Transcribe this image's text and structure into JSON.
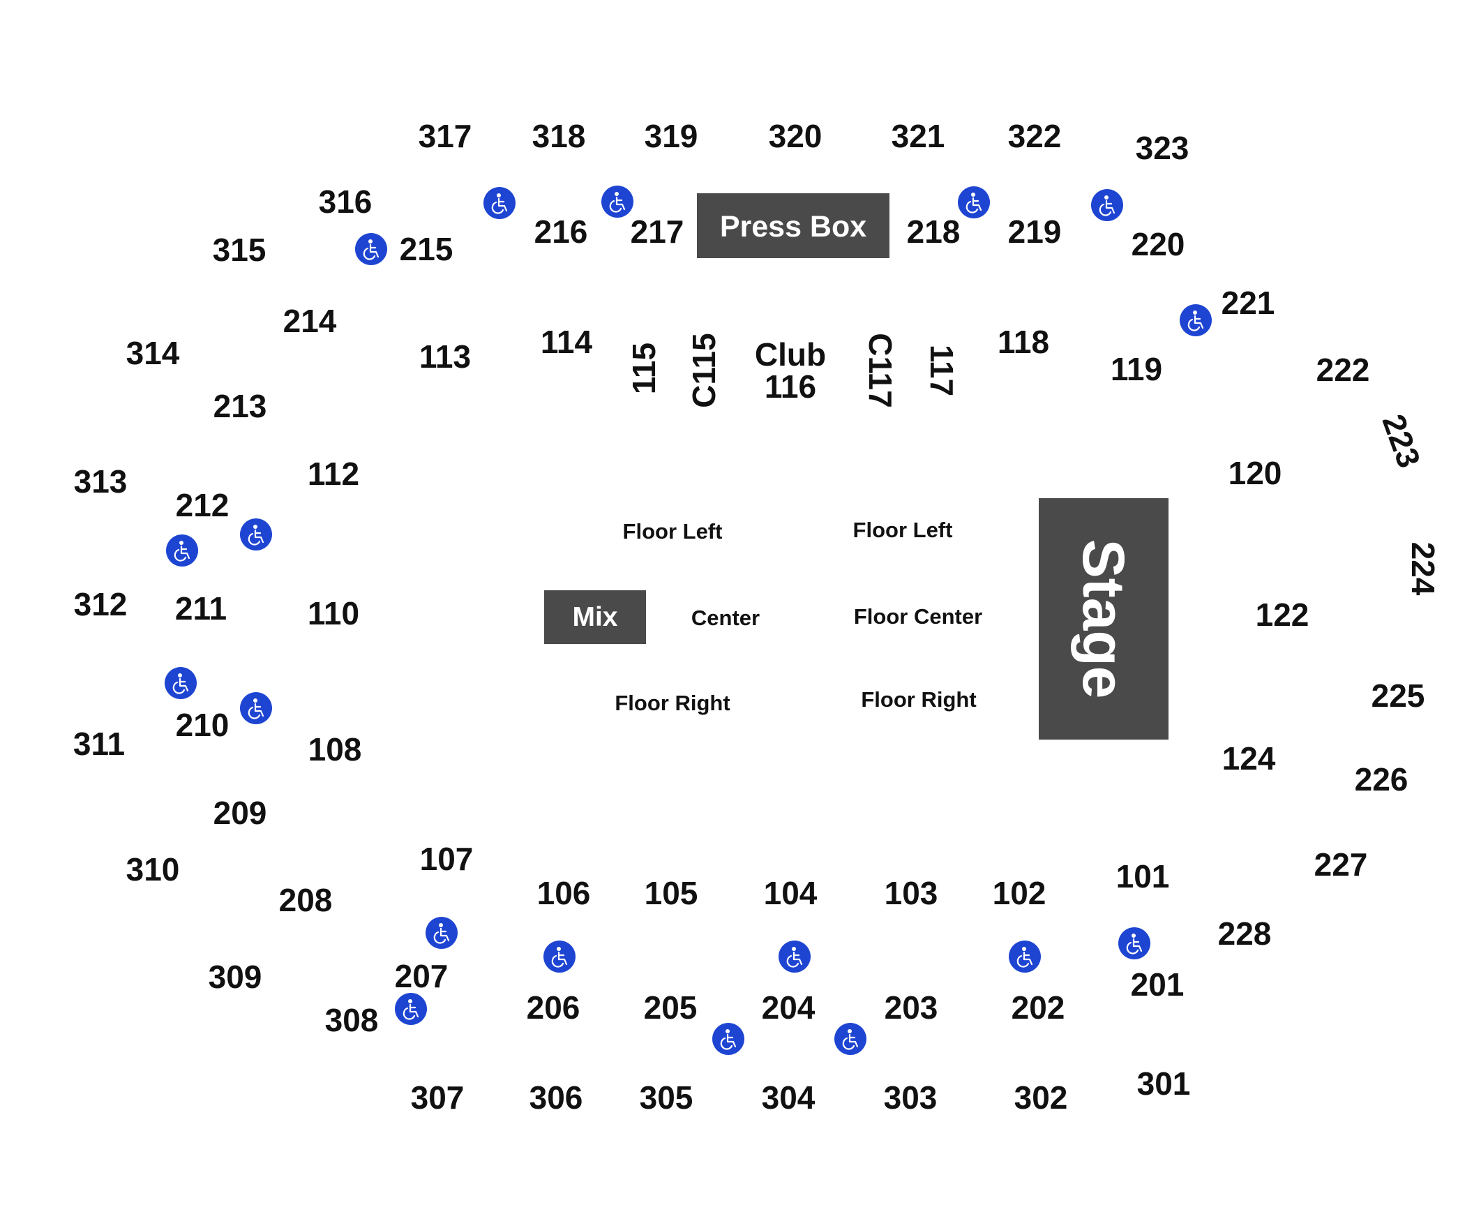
{
  "sections": {
    "s317": "317",
    "s318": "318",
    "s319": "319",
    "s320": "320",
    "s321": "321",
    "s322": "322",
    "s323": "323",
    "s316": "316",
    "s315": "315",
    "s314": "314",
    "s313": "313",
    "s312": "312",
    "s311": "311",
    "s310": "310",
    "s309": "309",
    "s308": "308",
    "s307": "307",
    "s306": "306",
    "s305": "305",
    "s304": "304",
    "s303": "303",
    "s302": "302",
    "s301": "301",
    "s215": "215",
    "s216": "216",
    "s217": "217",
    "s218": "218",
    "s219": "219",
    "s220": "220",
    "s221": "221",
    "s222": "222",
    "s223": "223",
    "s224": "224",
    "s225": "225",
    "s226": "226",
    "s227": "227",
    "s228": "228",
    "s214": "214",
    "s213": "213",
    "s212": "212",
    "s211": "211",
    "s210": "210",
    "s209": "209",
    "s208": "208",
    "s207": "207",
    "s206": "206",
    "s205": "205",
    "s204": "204",
    "s203": "203",
    "s202": "202",
    "s201": "201",
    "s113": "113",
    "s114": "114",
    "s115": "115",
    "c115": "C115",
    "club": "Club",
    "club116": "116",
    "c117": "C117",
    "s117": "117",
    "s118": "118",
    "s119": "119",
    "s120": "120",
    "s122": "122",
    "s124": "124",
    "s112": "112",
    "s110": "110",
    "s108": "108",
    "s107": "107",
    "s106": "106",
    "s105": "105",
    "s104": "104",
    "s103": "103",
    "s102": "102",
    "s101": "101"
  },
  "floor": {
    "left_1": "Floor Left",
    "left_2": "Floor Left",
    "center_1": "Center",
    "center_2": "Floor Center",
    "right_1": "Floor Right",
    "right_2": "Floor Right"
  },
  "blocks": {
    "press_box": "Press Box",
    "mix": "Mix",
    "stage": "Stage"
  },
  "colors": {
    "block_fill": "#4a4a4a",
    "accessible_icon": "#1e45d2",
    "text": "#111111"
  },
  "icons": {
    "accessible_seating": "wheelchair-icon"
  }
}
